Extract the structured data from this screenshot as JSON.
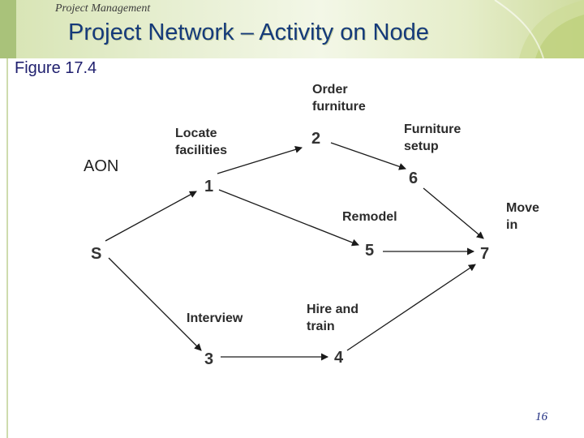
{
  "header": {
    "course": "Project  Management",
    "title": "Project Network – Activity on Node",
    "figure": "Figure 17.4",
    "aon_label": "AON"
  },
  "nodes": {
    "S": "S",
    "n1": "1",
    "n2": "2",
    "n3": "3",
    "n4": "4",
    "n5": "5",
    "n6": "6",
    "n7": "7"
  },
  "activities": {
    "order_furniture": [
      "Order",
      "furniture"
    ],
    "furniture_setup": [
      "Furniture",
      "setup"
    ],
    "locate_facilities": [
      "Locate",
      "facilities"
    ],
    "move_in": [
      "Move",
      "in"
    ],
    "remodel": "Remodel",
    "interview": "Interview",
    "hire_and_train": [
      "Hire and",
      "train"
    ]
  },
  "slide_number": "16",
  "colors": {
    "title": "#153a7a",
    "arrow": "#1a1a1a",
    "header_green": "#a9c27a"
  }
}
